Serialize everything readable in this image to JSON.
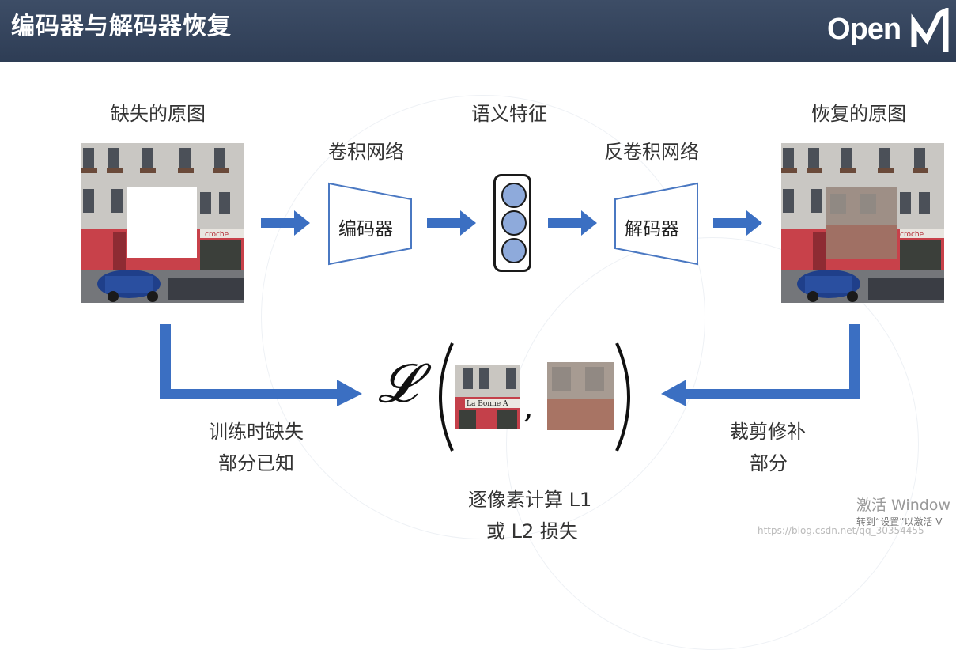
{
  "header": {
    "title": "编码器与解码器恢复",
    "logo_text": "Open",
    "logo_mark": "M"
  },
  "labels": {
    "missing_image": "缺失的原图",
    "conv_net": "卷积网络",
    "semantic_features": "语义特征",
    "deconv_net": "反卷积网络",
    "restored_image": "恢复的原图",
    "encoder": "编码器",
    "decoder": "解码器"
  },
  "loss": {
    "symbol": "𝓛",
    "comma": ",",
    "left_caption": [
      "训练时缺失",
      "部分已知"
    ],
    "right_caption": [
      "裁剪修补",
      "部分"
    ],
    "bottom_caption": [
      "逐像素计算 L1",
      "或 L2 损失"
    ],
    "patch_sign": "La Bonne A"
  },
  "photos": {
    "sign_text": "croche"
  },
  "colors": {
    "header_bg": "#2f3e56",
    "arrow_blue": "#3b6fc2",
    "node_fill": "#8eaadb",
    "trapezoid_stroke": "#4a78c2"
  },
  "watermark": {
    "activate_title": "激活 Window",
    "activate_sub": "转到“设置”以激活 V",
    "url": "https://blog.csdn.net/qq_30354455"
  }
}
